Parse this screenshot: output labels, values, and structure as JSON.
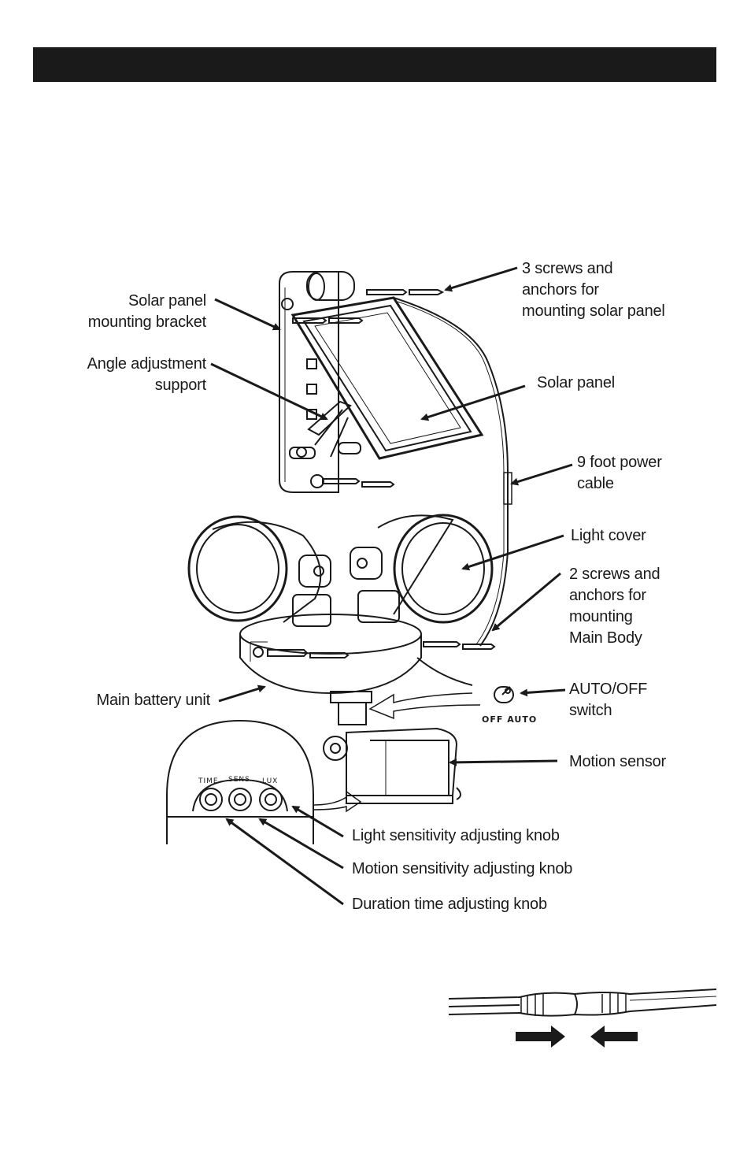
{
  "labels": {
    "screws_solar": "3 screws and\nanchors for\nmounting solar panel",
    "bracket": "Solar panel\nmounting bracket",
    "angle_support": "Angle adjustment\nsupport",
    "solar_panel": "Solar panel",
    "power_cable": "9 foot power\ncable",
    "light_cover": "Light cover",
    "screws_body": "2 screws and\nanchors for\nmounting\nMain Body",
    "battery_unit": "Main battery unit",
    "auto_off_switch": "AUTO/OFF\nswitch",
    "switch_marking": "OFF AUTO",
    "motion_sensor": "Motion sensor",
    "light_knob": "Light sensitivity adjusting knob",
    "motion_knob": "Motion sensitivity adjusting knob",
    "duration_knob": "Duration time adjusting knob",
    "knob_time": "TIME",
    "knob_sens": "SENS",
    "knob_lux": "LUX"
  },
  "icons": {
    "connector_arrows": "connector-push-arrows-icon"
  }
}
